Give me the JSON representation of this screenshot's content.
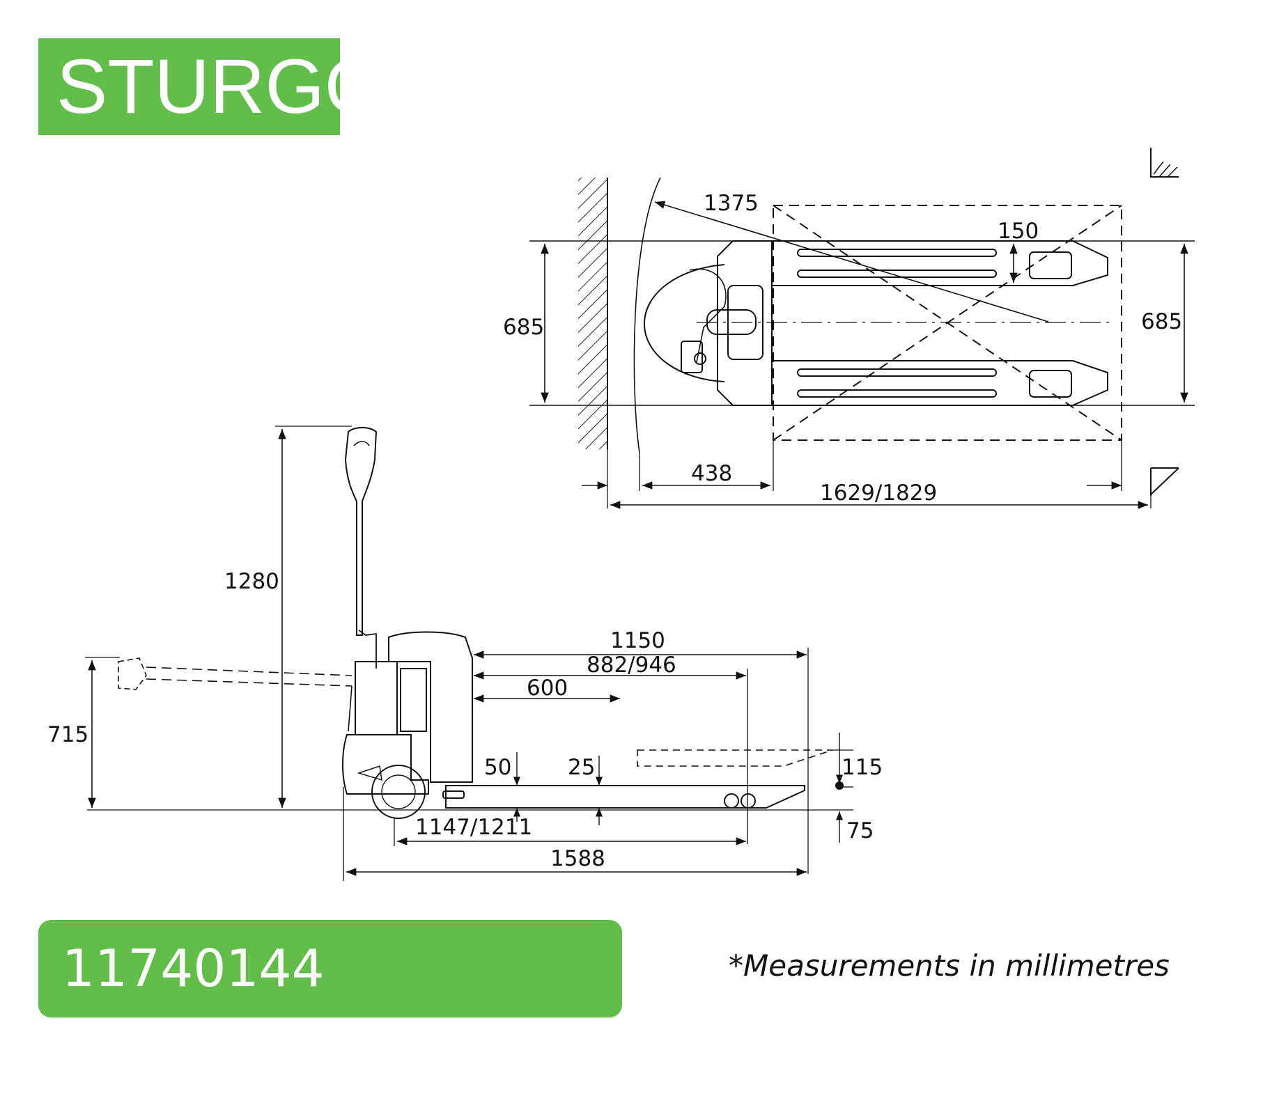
{
  "brand": {
    "name": "STURGO",
    "mark": "®"
  },
  "title": "11740144 Dimensions",
  "note": "*Measurements in millimetres",
  "dimensions": {
    "top_view": {
      "turning_radius": "1375",
      "fork_width": "150",
      "overall_width_left": "685",
      "overall_width_right": "685",
      "head_to_load": "438",
      "aisle_length": "1629/1829"
    },
    "side_view": {
      "handle_height_upright": "1280",
      "handle_height_lowered": "715",
      "body_to_fork_tip": "1150",
      "load_center_length": "882/946",
      "load_center": "600",
      "fork_clearance_rear": "50",
      "fork_clearance_front": "25",
      "lift_height": "115",
      "fork_height_lowered": "75",
      "wheelbase": "1147/1211",
      "overall_length": "1588"
    }
  }
}
